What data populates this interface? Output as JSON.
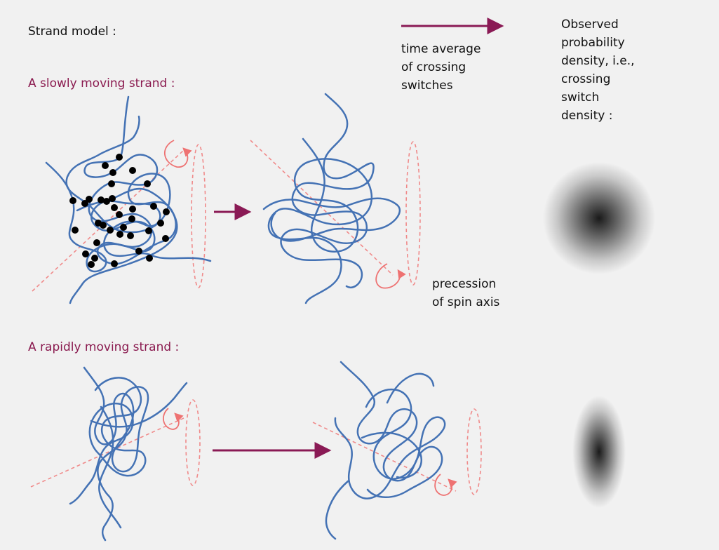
{
  "title": "Strand model :",
  "legend": {
    "arrow_text": [
      "time average",
      "of crossing",
      "switches"
    ],
    "observed_text": [
      "Observed",
      "probability",
      "density, i.e.,",
      "crossing",
      "switch",
      "density :"
    ]
  },
  "slow": {
    "heading": "A slowly moving strand :",
    "precession_text": [
      "precession",
      "of spin axis"
    ]
  },
  "rapid": {
    "heading": "A rapidly moving strand :"
  },
  "colors": {
    "background": "#f1f1f1",
    "strand": "#4472b4",
    "arrow": "#8a1a55",
    "heading": "#8a1a4f",
    "spin_axis": "#f08a8a",
    "crossing_dot": "#000000"
  }
}
